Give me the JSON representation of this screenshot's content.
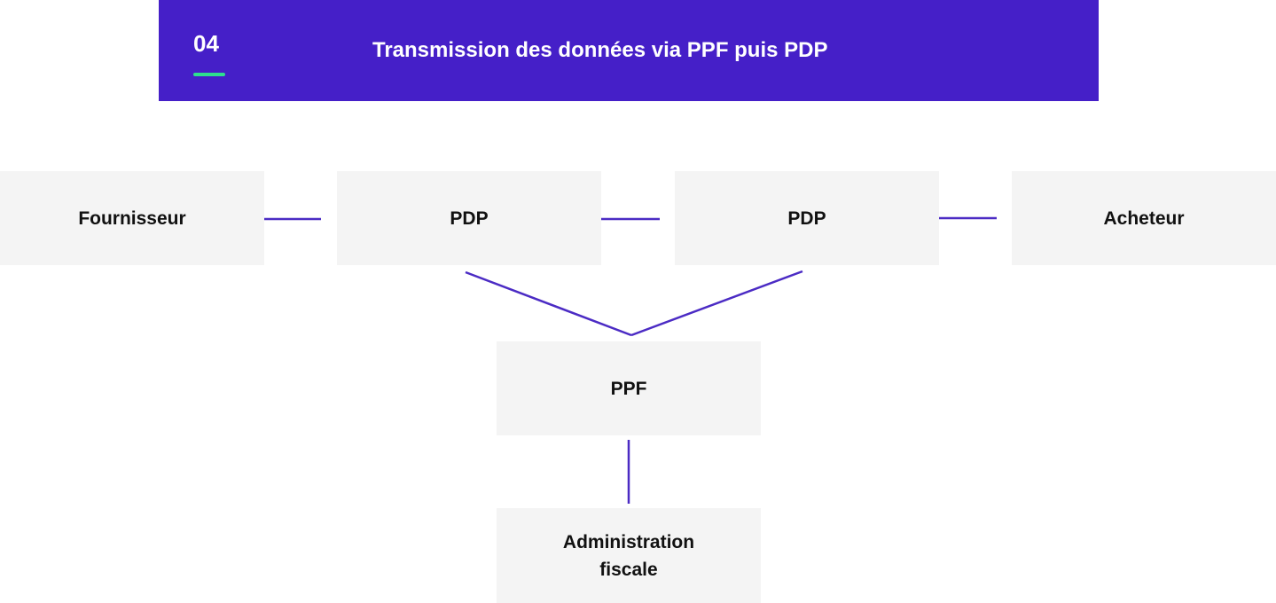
{
  "header": {
    "number": "04",
    "title": "Transmission des données via PPF puis PDP"
  },
  "nodes": {
    "fournisseur": "Fournisseur",
    "pdp_left": "PDP",
    "pdp_right": "PDP",
    "acheteur": "Acheteur",
    "ppf": "PPF",
    "administration": "Administration fiscale"
  },
  "colors": {
    "banner": "#451fc8",
    "accent_underline": "#2ee08e",
    "node_background": "#f4f4f4",
    "connector": "#4b2bc4"
  }
}
